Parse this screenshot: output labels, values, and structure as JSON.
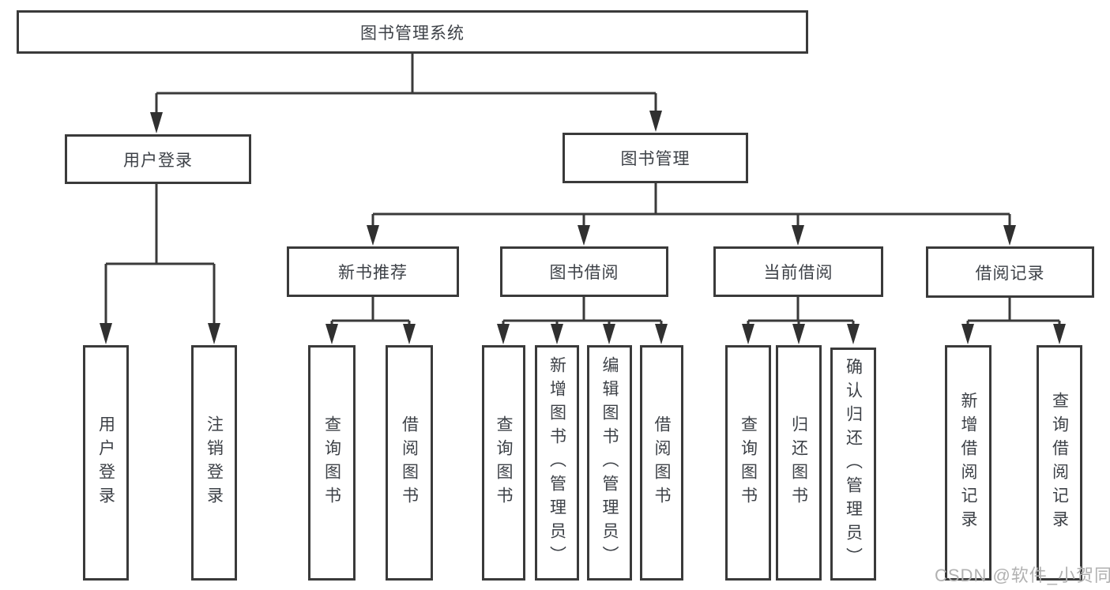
{
  "colors": {
    "line": "#3a3a3a",
    "text": "#3d4147",
    "watermark": "#b1b1b1",
    "bg": "#ffffff"
  },
  "tree": {
    "root": {
      "label": "图书管理系统"
    },
    "level2": [
      {
        "label": "用户登录"
      },
      {
        "label": "图书管理"
      }
    ],
    "level3": [
      {
        "label": "新书推荐"
      },
      {
        "label": "图书借阅"
      },
      {
        "label": "当前借阅"
      },
      {
        "label": "借阅记录"
      }
    ],
    "leaves": {
      "user_login": [
        "用户登录",
        "注销登录"
      ],
      "new_book": [
        "查询图书",
        "借阅图书"
      ],
      "book_borrow": [
        "查询图书",
        "新增图书（管理员）",
        "编辑图书（管理员）",
        "借阅图书"
      ],
      "current_borrow": [
        "查询图书",
        "归还图书",
        "确认归还（管理员）"
      ],
      "borrow_records": [
        "新增借阅记录",
        "查询借阅记录"
      ]
    }
  },
  "watermark": "CSDN @软件_小贺同学"
}
